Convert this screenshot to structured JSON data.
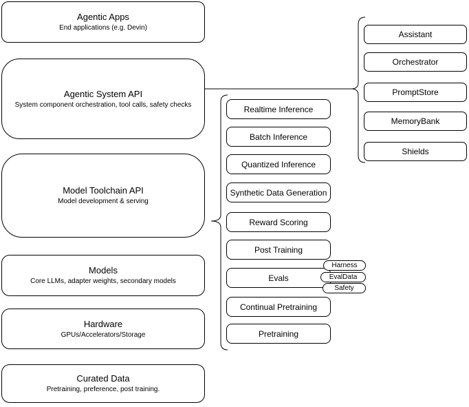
{
  "diagram": {
    "stack": [
      {
        "title": "Agentic Apps",
        "subtitle": "End applications (e.g. Devin)"
      },
      {
        "title": "Agentic System API",
        "subtitle": "System component orchestration, tool calls, safety checks"
      },
      {
        "title": "Model Toolchain API",
        "subtitle": "Model development & serving"
      },
      {
        "title": "Models",
        "subtitle": "Core LLMs, adapter weights, secondary models"
      },
      {
        "title": "Hardware",
        "subtitle": "GPUs/Accelerators/Storage"
      },
      {
        "title": "Curated Data",
        "subtitle": "Pretraining, preference, post training."
      }
    ],
    "toolchain_services": [
      "Realtime Inference",
      "Batch Inference",
      "Quantized Inference",
      "Synthetic Data Generation",
      "Reward Scoring",
      "Post Training",
      "Evals",
      "Continual Pretraining",
      "Pretraining"
    ],
    "eval_tags": [
      "Harness",
      "EvalData",
      "Safety"
    ],
    "system_components": [
      "Assistant",
      "Orchestrator",
      "PromptStore",
      "MemoryBank",
      "Shields"
    ],
    "colors": {
      "stroke": "#000000",
      "fill": "#ffffff",
      "text": "#000000"
    }
  }
}
